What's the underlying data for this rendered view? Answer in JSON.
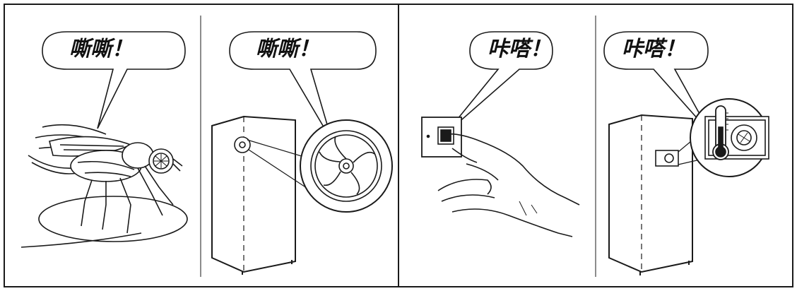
{
  "panels": [
    {
      "sound": "嘶嘶！",
      "subject": "fly"
    },
    {
      "sound": "嘶嘶！",
      "subject": "refrigerator-fan"
    },
    {
      "sound": "咔嗒！",
      "subject": "hand-pressing-switch"
    },
    {
      "sound": "咔嗒！",
      "subject": "refrigerator-thermostat"
    }
  ],
  "colors": {
    "ink": "#1a1a1a",
    "panel_bg": "#ffffff",
    "thermo_red": "#1a1a1a"
  }
}
